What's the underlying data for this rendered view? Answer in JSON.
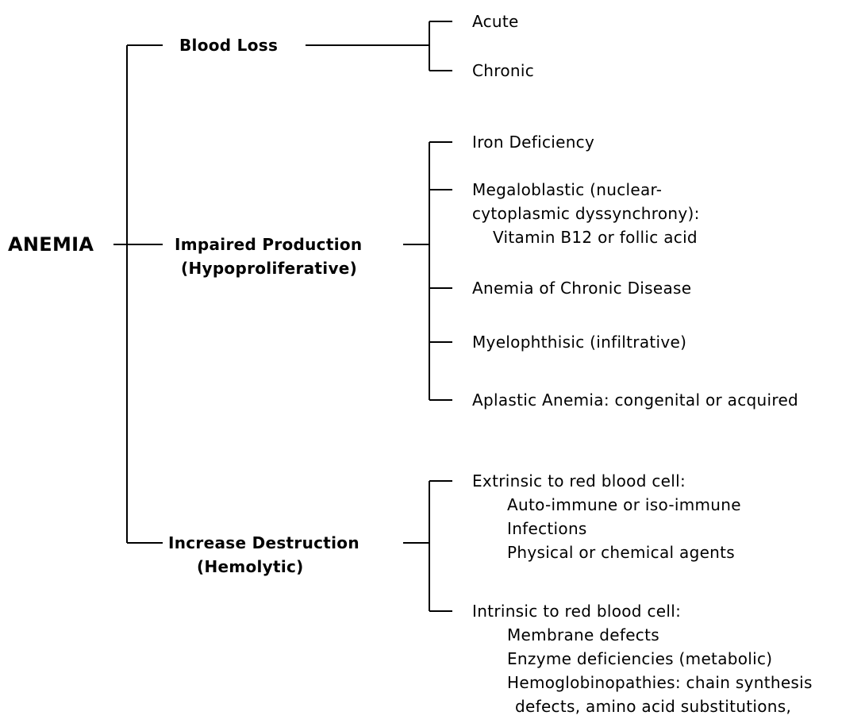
{
  "root": "ANEMIA",
  "categories": [
    {
      "label": "Blood Loss",
      "items": [
        {
          "title": "Acute"
        },
        {
          "title": "Chronic"
        }
      ]
    },
    {
      "label_line1": "Impaired Production",
      "label_line2": "(Hypoproliferative)",
      "items": [
        {
          "title": "Iron Deficiency"
        },
        {
          "title": "Megaloblastic (nuclear-",
          "line2": "cytoplasmic dyssynchrony):",
          "line3": "Vitamin B12 or follic acid"
        },
        {
          "title": "Anemia of Chronic Disease"
        },
        {
          "title": "Myelophthisic (infiltrative)"
        },
        {
          "title": "Aplastic Anemia: congenital or acquired"
        }
      ]
    },
    {
      "label_line1": "Increase Destruction",
      "label_line2": "(Hemolytic)",
      "items": [
        {
          "title": "Extrinsic to red blood cell:",
          "sub": [
            "Auto-immune or iso-immune",
            "Infections",
            "Physical or chemical agents"
          ]
        },
        {
          "title": "Intrinsic to red blood cell:",
          "sub": [
            "Membrane defects",
            "Enzyme deficiencies (metabolic)",
            "Hemoglobinopathies: chain synthesis"
          ],
          "continuation": "defects, amino acid substitutions,"
        }
      ]
    }
  ]
}
